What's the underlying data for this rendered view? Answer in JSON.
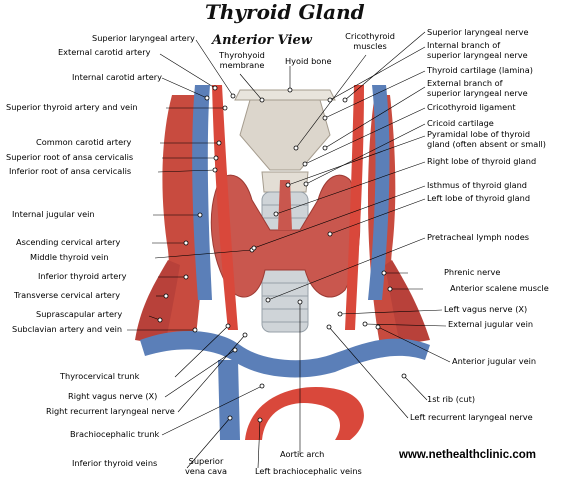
{
  "title": "Thyroid Gland",
  "subtitle": "Anterior View",
  "website": "www.nethealthclinic.com",
  "colors": {
    "artery": "#d9483b",
    "vein": "#5b7fb8",
    "gland": "#c9574e",
    "muscle": "#c84b3f",
    "cartilage": "#e8e4dc",
    "trachea": "#cfd4d8"
  },
  "labels": {
    "superior_laryngeal_artery": "Superior laryngeal artery",
    "external_carotid_artery": "External carotid artery",
    "internal_carotid_artery": "Internal carotid artery",
    "superior_thyroid_artery_vein": "Superior thyroid artery and vein",
    "common_carotid_artery": "Common carotid artery",
    "superior_root_ansa": "Superior root of ansa cervicalis",
    "inferior_root_ansa": "Inferior root of ansa cervicalis",
    "internal_jugular_vein": "Internal jugular vein",
    "ascending_cervical_artery": "Ascending cervical artery",
    "middle_thyroid_vein": "Middle thyroid vein",
    "inferior_thyroid_artery": "Inferior thyroid artery",
    "transverse_cervical_artery": "Transverse cervical artery",
    "suprascapular_artery": "Suprascapular artery",
    "subclavian_artery_vein": "Subclavian artery and vein",
    "thyrocervical_trunk": "Thyrocervical trunk",
    "right_vagus_nerve": "Right vagus nerve (X)",
    "right_recurrent_laryngeal": "Right recurrent laryngeal nerve",
    "brachiocephalic_trunk": "Brachiocephalic trunk",
    "inferior_thyroid_veins": "Inferior thyroid veins",
    "superior_vena_cava_1": "Superior",
    "superior_vena_cava_2": "vena cava",
    "aortic_arch": "Aortic arch",
    "left_brachiocephalic_veins": "Left brachiocephalic veins",
    "thyrohyoid_membrane_1": "Thyrohyoid",
    "thyrohyoid_membrane_2": "membrane",
    "hyoid_bone": "Hyoid bone",
    "cricothyroid_muscles_1": "Cricothyroid",
    "cricothyroid_muscles_2": "muscles",
    "superior_laryngeal_nerve": "Superior laryngeal nerve",
    "internal_branch_1": "Internal branch of",
    "internal_branch_2": "superior laryngeal nerve",
    "thyroid_cartilage": "Thyroid cartilage (lamina)",
    "external_branch_1": "External branch of",
    "external_branch_2": "superior laryngeal nerve",
    "cricothyroid_ligament": "Cricothyroid ligament",
    "cricoid_cartilage": "Cricoid cartilage",
    "pyramidal_lobe_1": "Pyramidal lobe of thyroid",
    "pyramidal_lobe_2": "gland (often absent or small)",
    "right_lobe": "Right lobe of thyroid gland",
    "isthmus": "Isthmus of thyroid gland",
    "left_lobe": "Left lobe of thyroid gland",
    "pretracheal_lymph": "Pretracheal lymph nodes",
    "phrenic_nerve": "Phrenic nerve",
    "anterior_scalene": "Anterior scalene muscle",
    "left_vagus_nerve": "Left vagus nerve (X)",
    "external_jugular_vein": "External jugular vein",
    "anterior_jugular_vein": "Anterior jugular vein",
    "first_rib": "1st rib (cut)",
    "left_recurrent_laryngeal": "Left recurrent laryngeal nerve"
  }
}
